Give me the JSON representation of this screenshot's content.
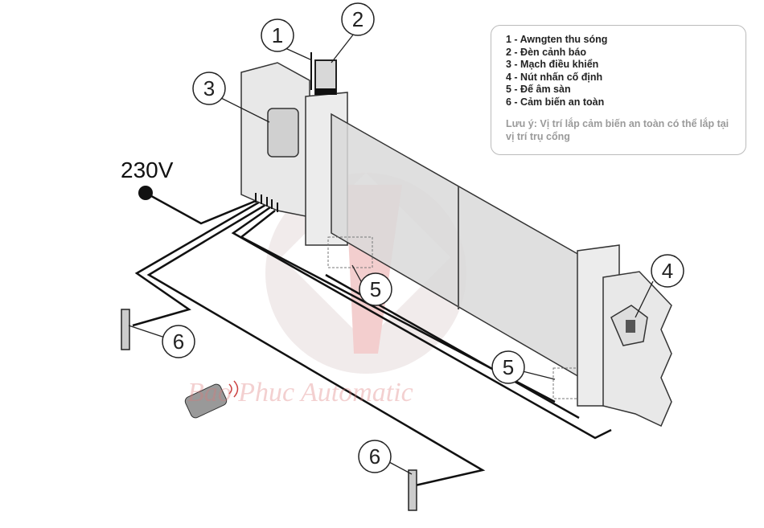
{
  "legend": {
    "items": [
      "1 - Awngten thu sóng",
      "2 - Đèn cảnh báo",
      "3 - Mạch điều khiển",
      "4 - Nút nhấn cố định",
      "5 - Đế âm sàn",
      "6 - Cảm biến an toàn"
    ],
    "note": "Lưu ý: Vị trí lắp cảm biến an toàn có thể lắp tại vị trí trụ cổng"
  },
  "callouts": [
    "1",
    "2",
    "3",
    "4",
    "5",
    "5",
    "6",
    "6"
  ],
  "power_label": "230V",
  "watermark": "Bao Phuc Automatic",
  "colors": {
    "line": "#111111",
    "wall": "#e6e6e6",
    "gate": "#d9d9d9",
    "watermark": "#d77"
  }
}
